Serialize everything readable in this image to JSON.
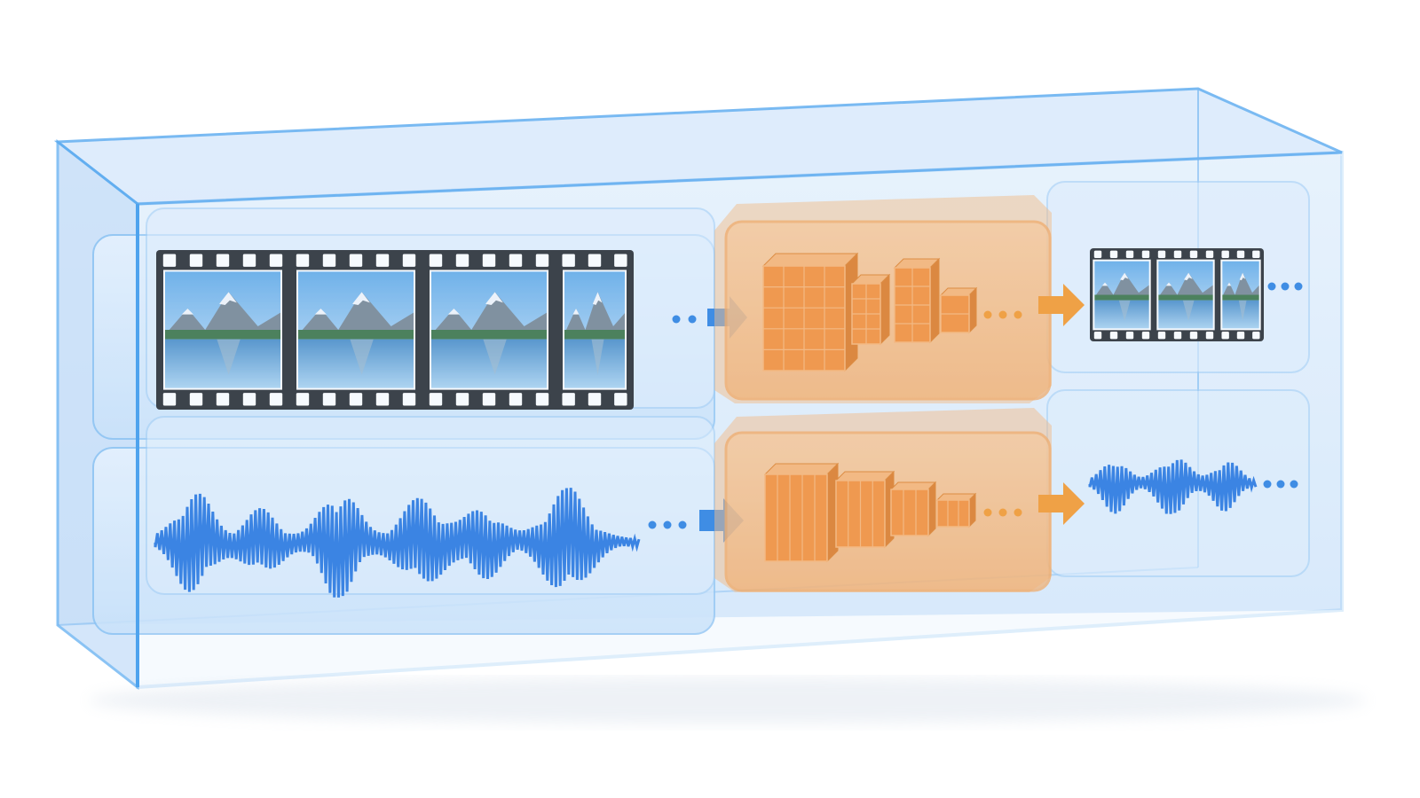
{
  "diagram": {
    "colors": {
      "glass_fill": "#cfe5fb",
      "glass_edge": "#4ea3ee",
      "track_fill": "#d8ebfc",
      "encoder_fill": "#fbb877",
      "encoder_edge": "#f7a04f",
      "cube_face": "#f7892a",
      "cube_top": "#fbb06a",
      "cube_side": "#de7418",
      "blue_arrow": "#1f7ae0",
      "orange_arrow": "#f7921e",
      "dots_blue": "#1f7ae0",
      "dots_orange": "#f7921e",
      "waveform": "#1a6fde",
      "film": "#1c1f24",
      "sky": "#8cc3ee",
      "mountain": "#6f7f8c",
      "snow": "#f3f6fa",
      "forest": "#2f6b3a",
      "lake": "#6fb0dc"
    },
    "icons": {
      "container": "glass-box-icon",
      "video_input": "filmstrip-icon",
      "audio_input": "waveform-icon",
      "encoder": "stacked-cubes-icon",
      "arrow": "right-arrow-icon",
      "continuation": "ellipsis-dots-icon"
    },
    "rows": [
      {
        "modality": "video",
        "input_frames": 4,
        "output_frames": 3,
        "encoder_blocks": 4
      },
      {
        "modality": "audio",
        "encoder_blocks": 4
      }
    ]
  }
}
